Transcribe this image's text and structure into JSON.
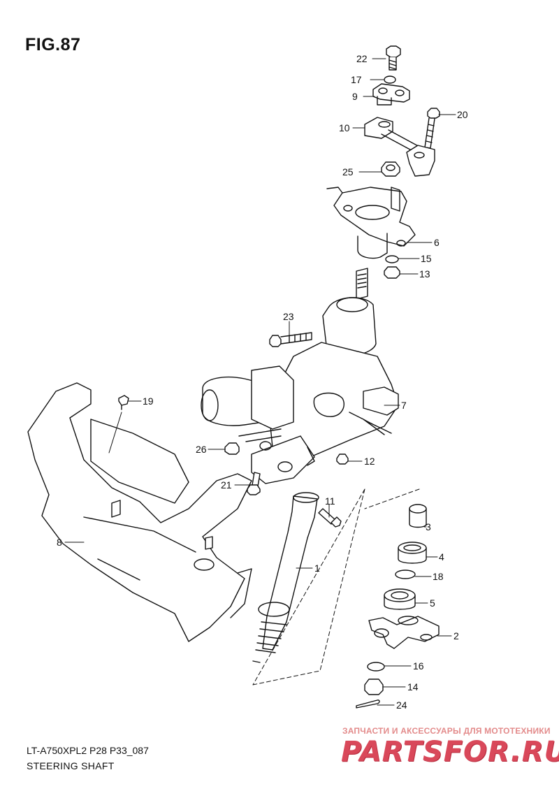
{
  "figure": {
    "title": "FIG.87",
    "code": "LT-A750XPL2 P28 P33_087",
    "name": "STEERING SHAFT"
  },
  "callouts": {
    "n1": "1",
    "n2": "2",
    "n3": "3",
    "n4": "4",
    "n5": "5",
    "n6": "6",
    "n7": "7",
    "n8": "8",
    "n9": "9",
    "n10": "10",
    "n11": "11",
    "n12": "12",
    "n13": "13",
    "n14": "14",
    "n15": "15",
    "n16": "16",
    "n17": "17",
    "n18": "18",
    "n19": "19",
    "n20": "20",
    "n21": "21",
    "n22": "22",
    "n23": "23",
    "n24": "24",
    "n25": "25",
    "n26": "26"
  },
  "watermark": {
    "tagline": "ЗАПЧАСТИ И АКСЕССУАРЫ ДЛЯ МОТОТЕХНИКИ",
    "logo": "PARTSFOR.RU"
  }
}
